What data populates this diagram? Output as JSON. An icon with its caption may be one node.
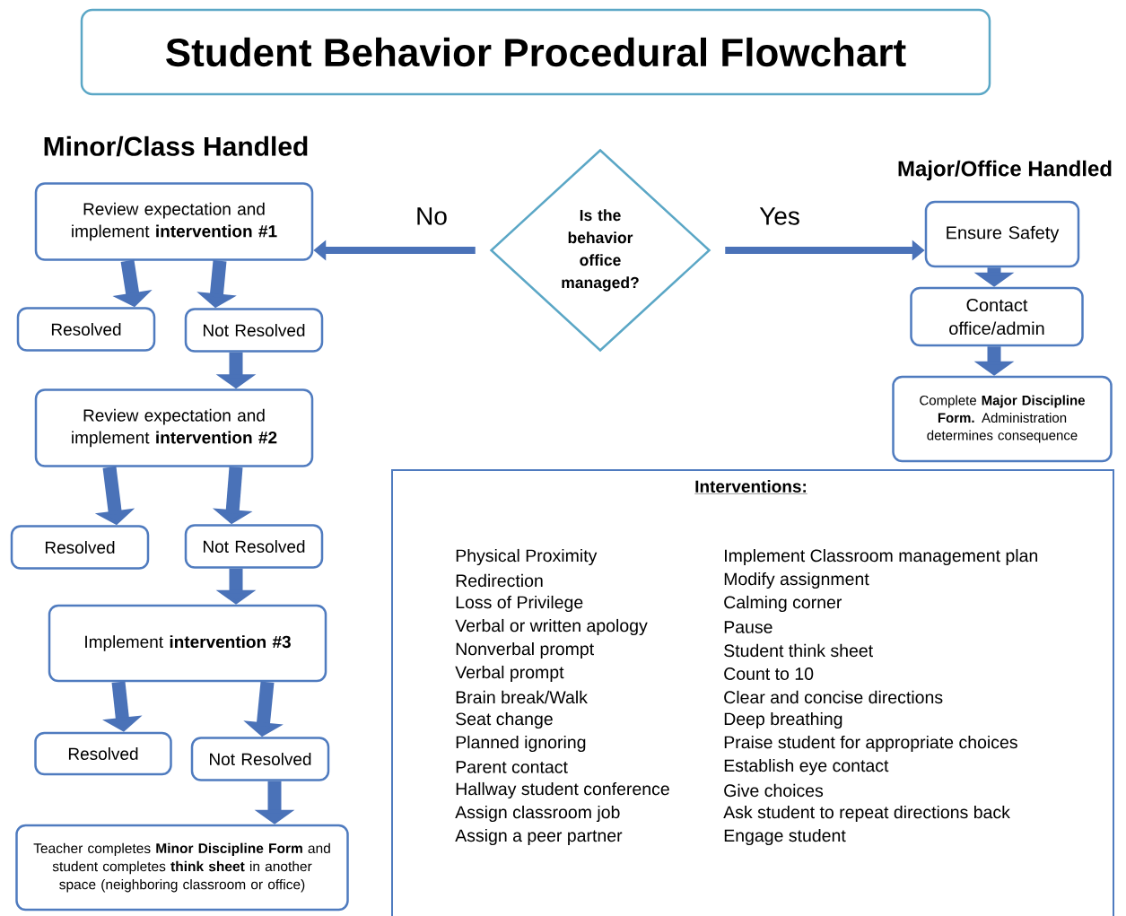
{
  "diagram": {
    "title": "Student Behavior Procedural Flowchart",
    "nodes": [
      {
        "text": [
          "Is the behavior office managed?"
        ]
      },
      {
        "text": [
          "Review expectation and implement **intervention #1**"
        ]
      },
      {
        "text": [
          "Resolved"
        ]
      },
      {
        "text": [
          "Not Resolved"
        ]
      },
      {
        "text": [
          "Review expectation and implement **intervention #2**"
        ]
      },
      {
        "text": [
          "Resolved"
        ]
      },
      {
        "text": [
          "Not Resolved"
        ]
      },
      {
        "text": [
          "Implement **intervention #3**"
        ]
      },
      {
        "text": [
          "Resolved"
        ]
      },
      {
        "text": [
          "Not Resolved"
        ]
      },
      {
        "text": [
          "Teacher completes **Minor Discipline Form** and student completes **think sheet** in another space (neighboring classroom or office)"
        ]
      },
      {
        "text": [
          "Ensure Safety"
        ]
      },
      {
        "text": [
          "Contact office/admin"
        ]
      },
      {
        "text": [
          "Complete **Major Discipline Form.** Administration determines consequence"
        ]
      },
      {
        "text": [
          "Interventions:",
          "Physical Proximity",
          "Redirection",
          "Loss of Privilege",
          "Verbal or written apology",
          "Nonverbal prompt",
          "Verbal prompt",
          "Brain break/Walk",
          "Seat change",
          "Planned ignoring",
          "Parent contact",
          "Hallway student conference",
          "Assign classroom job",
          "Assign a peer partner",
          "Implement Classroom management plan",
          "Modify assignment",
          "Calming corner",
          "Pause",
          "Student think sheet",
          "Count to 10",
          "Clear and concise directions",
          "Deep breathing",
          "Praise student for appropriate choices",
          "Establish eye contact",
          "Give choices",
          "Ask student to repeat directions back",
          "Engage student"
        ]
      }
    ],
    "edges": [
      {
        "from": 0,
        "to": 1,
        "arrow": "to",
        "label": "No"
      },
      {
        "from": 0,
        "to": 11,
        "arrow": "to",
        "label": "Yes"
      },
      {
        "from": 1,
        "to": 2,
        "arrow": "to"
      },
      {
        "from": 1,
        "to": 3,
        "arrow": "to"
      },
      {
        "from": 3,
        "to": 4,
        "arrow": "to"
      },
      {
        "from": 4,
        "to": 5,
        "arrow": "to"
      },
      {
        "from": 4,
        "to": 6,
        "arrow": "to"
      },
      {
        "from": 6,
        "to": 7,
        "arrow": "to"
      },
      {
        "from": 7,
        "to": 8,
        "arrow": "to"
      },
      {
        "from": 7,
        "to": 9,
        "arrow": "to"
      },
      {
        "from": 9,
        "to": 10,
        "arrow": "to"
      },
      {
        "from": 11,
        "to": 12,
        "arrow": "to"
      },
      {
        "from": 12,
        "to": 13,
        "arrow": "to"
      }
    ],
    "labels": [
      "Minor/Class Handled",
      "Major/Office Handled"
    ]
  }
}
